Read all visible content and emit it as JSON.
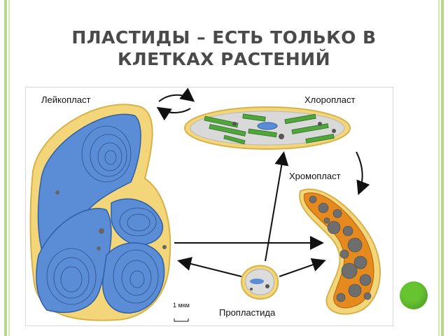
{
  "slide": {
    "title": "ПЛАСТИДЫ – ЕСТЬ ТОЛЬКО В КЛЕТКАХ РАСТЕНИЙ"
  },
  "diagram": {
    "labels": {
      "leucoplast": "Лейкопласт",
      "chloroplast": "Хлоропласт",
      "chromoplast": "Хромопласт",
      "proplastid": "Пропластида",
      "scale": "1 мкм"
    }
  },
  "colors": {
    "accent_green": "#67c431",
    "frame_green": "#b5d98a",
    "starch_blue": "#5b8dd6",
    "membrane_yellow": "#f3d67a",
    "thylakoid_green": "#4fa63a",
    "chromoplast_orange": "#e58a1f"
  }
}
